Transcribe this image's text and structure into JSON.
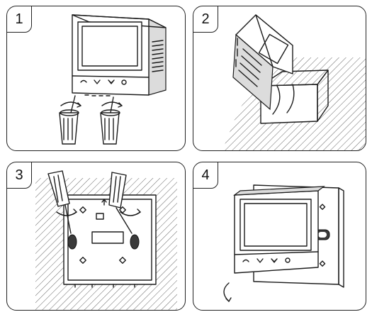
{
  "steps": [
    {
      "number": "1"
    },
    {
      "number": "2"
    },
    {
      "number": "3"
    },
    {
      "number": "4"
    }
  ],
  "icons": {
    "screwdriver": "screwdriver-icon",
    "rotate_arrow": "rotation-arrow-icon",
    "thermostat": "thermostat-icon",
    "wall_hatch": "wall-hatch"
  },
  "colors": {
    "line": "#1b1b1b",
    "hatch": "#555555",
    "background": "#ffffff"
  }
}
